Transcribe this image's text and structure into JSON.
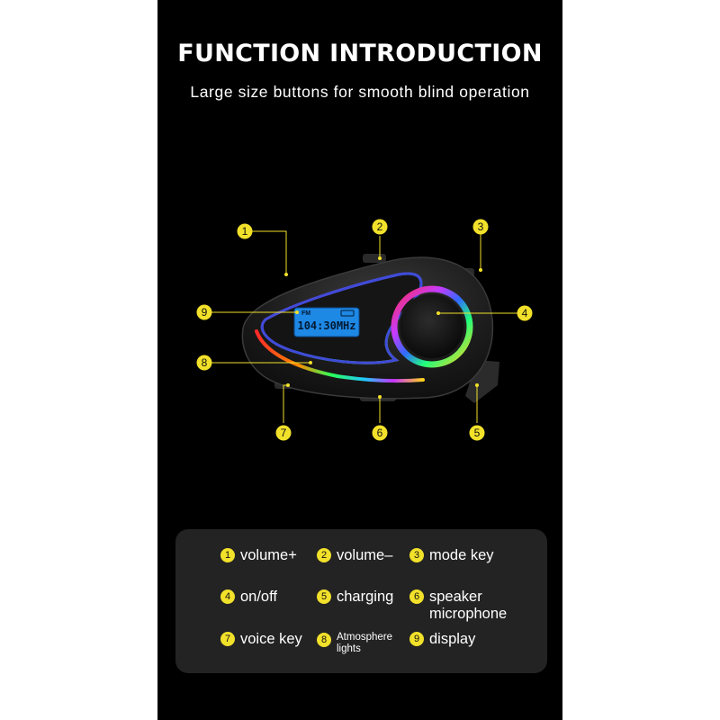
{
  "header": {
    "title": "FUNCTION INTRODUCTION",
    "subtitle": "Large size buttons for smooth blind operation"
  },
  "callouts": [
    "1",
    "2",
    "3",
    "4",
    "5",
    "6",
    "7",
    "8",
    "9"
  ],
  "device": {
    "lcd_top": "FM",
    "lcd_freq": "104:30MHz"
  },
  "legend": {
    "items": [
      {
        "num": "1",
        "label": "volume+"
      },
      {
        "num": "2",
        "label": "volume–"
      },
      {
        "num": "3",
        "label": "mode key"
      },
      {
        "num": "4",
        "label": "on/off"
      },
      {
        "num": "5",
        "label": "charging"
      },
      {
        "num": "6",
        "label": "speaker microphone"
      },
      {
        "num": "7",
        "label": "voice key"
      },
      {
        "num": "8",
        "label": "Atmosphere lights"
      },
      {
        "num": "9",
        "label": "display"
      }
    ]
  },
  "colors": {
    "background": "#000000",
    "callout": "#f2e12a",
    "legend_panel": "#232323",
    "rim": "#3f4bd8"
  }
}
